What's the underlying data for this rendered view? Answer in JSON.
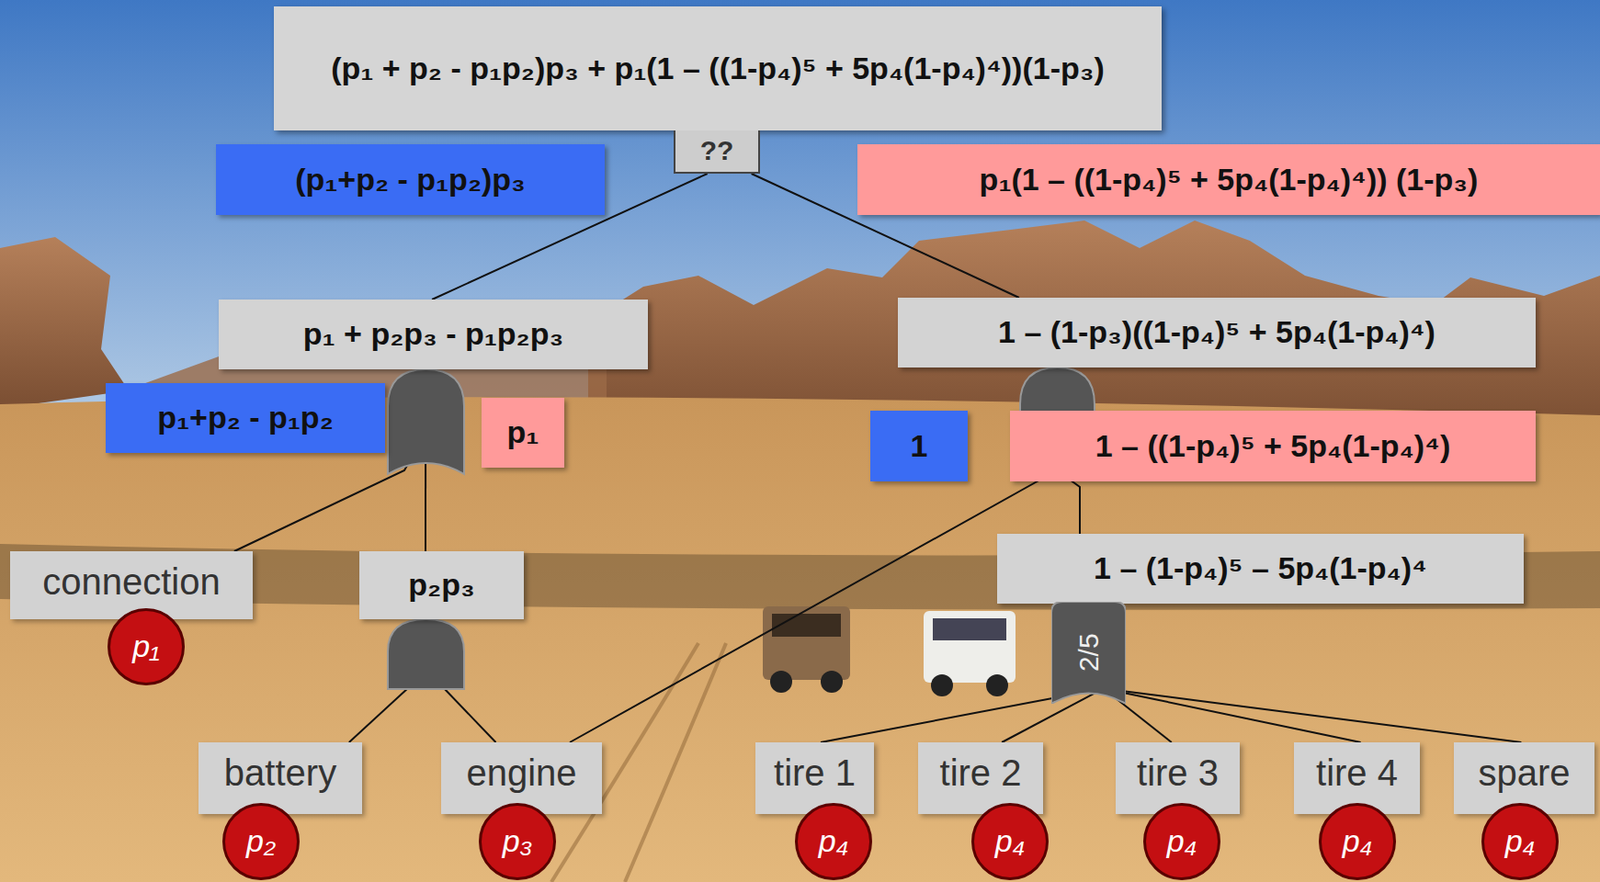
{
  "diagram": {
    "nodes": [
      {
        "text": [
          "(p₁ + p₂ - p₁p₂)p₃ + p₁(1 – ((1-p₄)⁵ + 5p₄(1-p₄)⁴))(1-p₃)"
        ]
      },
      {
        "text": [
          "??"
        ]
      },
      {
        "text": [
          "(p₁+p₂ - p₁p₂)p₃"
        ]
      },
      {
        "text": [
          "p₁(1 – ((1-p₄)⁵ + 5p₄(1-p₄)⁴)) (1-p₃)"
        ]
      },
      {
        "text": [
          "p₁ + p₂p₃ - p₁p₂p₃"
        ]
      },
      {
        "text": [
          "1 – (1-p₃)((1-p₄)⁵ + 5p₄(1-p₄)⁴)"
        ]
      },
      {
        "text": [
          "p₁+p₂ - p₁p₂"
        ]
      },
      {
        "text": [
          "p₁"
        ]
      },
      {
        "text": [
          "1"
        ]
      },
      {
        "text": [
          "1 – ((1-p₄)⁵ + 5p₄(1-p₄)⁴)"
        ]
      },
      {
        "text": [
          "1 – (1-p₄)⁵ – 5p₄(1-p₄)⁴"
        ]
      },
      {
        "text": [
          "connection"
        ]
      },
      {
        "text": [
          "p₁"
        ]
      },
      {
        "text": [
          "p₂p₃"
        ]
      },
      {
        "text": [
          "2/5"
        ]
      },
      {
        "text": [
          "battery"
        ]
      },
      {
        "text": [
          "p₂"
        ]
      },
      {
        "text": [
          "engine"
        ]
      },
      {
        "text": [
          "p₃"
        ]
      },
      {
        "text": [
          "tire 1"
        ]
      },
      {
        "text": [
          "p₄"
        ]
      },
      {
        "text": [
          "tire 2"
        ]
      },
      {
        "text": [
          "p₄"
        ]
      },
      {
        "text": [
          "tire 3"
        ]
      },
      {
        "text": [
          "p₄"
        ]
      },
      {
        "text": [
          "tire 4"
        ]
      },
      {
        "text": [
          "p₄"
        ]
      },
      {
        "text": [
          "spare"
        ]
      },
      {
        "text": [
          "p₄"
        ]
      }
    ],
    "edges": [
      {
        "from": 1,
        "to": 4,
        "arrow": "none"
      },
      {
        "from": 1,
        "to": 5,
        "arrow": "none"
      },
      {
        "from": 4,
        "to": 11,
        "arrow": "none"
      },
      {
        "from": 4,
        "to": 13,
        "arrow": "none"
      },
      {
        "from": 13,
        "to": 15,
        "arrow": "none"
      },
      {
        "from": 13,
        "to": 17,
        "arrow": "none"
      },
      {
        "from": 5,
        "to": 17,
        "arrow": "none"
      },
      {
        "from": 5,
        "to": 10,
        "arrow": "none"
      },
      {
        "from": 14,
        "to": 19,
        "arrow": "none"
      },
      {
        "from": 14,
        "to": 21,
        "arrow": "none"
      },
      {
        "from": 14,
        "to": 23,
        "arrow": "none"
      },
      {
        "from": 14,
        "to": 25,
        "arrow": "none"
      },
      {
        "from": 14,
        "to": 27,
        "arrow": "none"
      }
    ]
  }
}
